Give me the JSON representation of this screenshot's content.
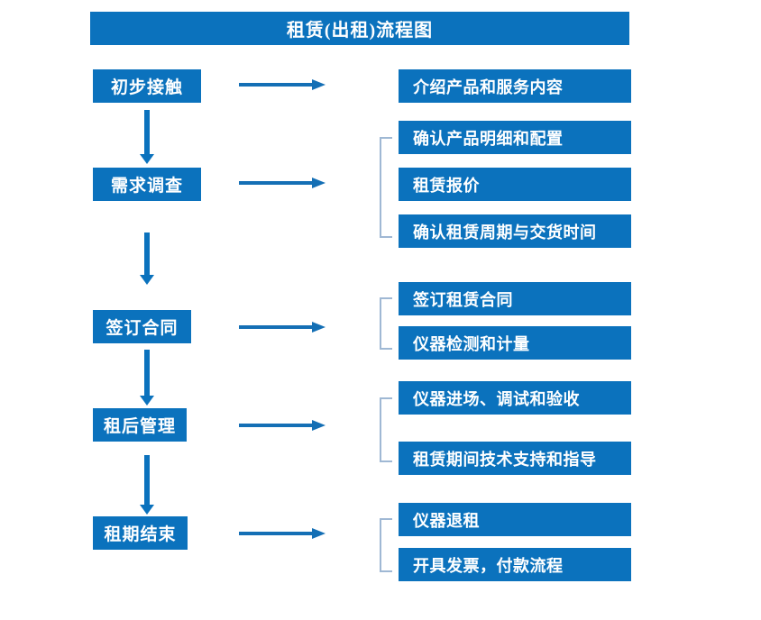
{
  "title": "租赁(出租)流程图",
  "theme": {
    "box_blue": "#0B72BD",
    "arrow_blue": "#146FB5",
    "bracket_gray_blue": "#9FB8D4",
    "box_text": "#FFFFFF",
    "page_background": "#FFFFFF"
  },
  "stages": [
    {
      "label": "初步接触",
      "arrow_label": "flow-arrow-right",
      "has_bracket": false,
      "details": [
        "介绍产品和服务内容"
      ]
    },
    {
      "label": "需求调查",
      "arrow_label": "flow-arrow-right",
      "has_bracket": true,
      "details": [
        "确认产品明细和配置",
        "租赁报价",
        "确认租赁周期与交货时间"
      ]
    },
    {
      "label": "签订合同",
      "arrow_label": "flow-arrow-right",
      "has_bracket": true,
      "details": [
        "签订租赁合同",
        "仪器检测和计量"
      ]
    },
    {
      "label": "租后管理",
      "arrow_label": "flow-arrow-right",
      "has_bracket": true,
      "details": [
        "仪器进场、调试和验收",
        "租赁期间技术支持和指导"
      ]
    },
    {
      "label": "租期结束",
      "arrow_label": "flow-arrow-right",
      "has_bracket": true,
      "details": [
        "仪器退租",
        "开具发票，付款流程"
      ]
    }
  ],
  "connectors": {
    "vertical_arrow_count": 4,
    "horizontal_arrow_count": 5,
    "icon": "down-arrow-icon"
  }
}
